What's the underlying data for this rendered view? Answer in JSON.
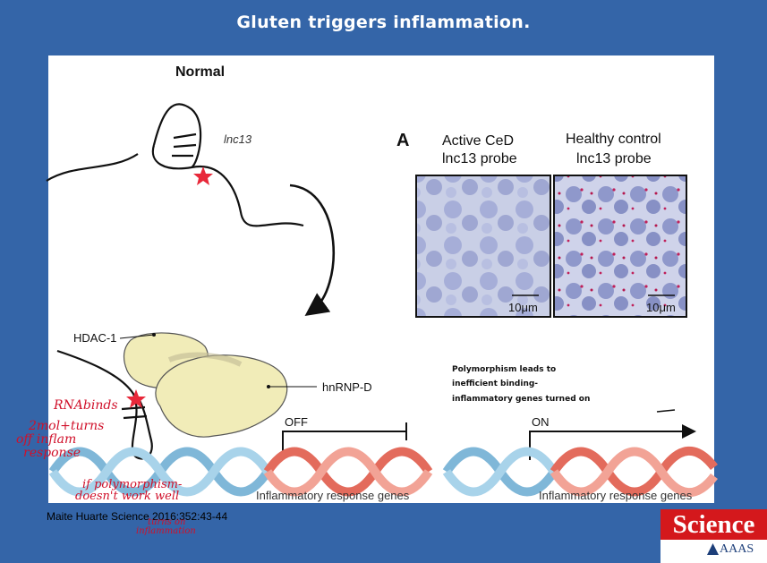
{
  "slide": {
    "title": "Gluten triggers inflammation.",
    "citation": "Maite Huarte Science 2016:352:43-44"
  },
  "logo": {
    "science": "Science",
    "aaas": "AAAS"
  },
  "diagram": {
    "normal_label": "Normal",
    "rna_label": "lnc13",
    "protein_hdac": "HDAC-1",
    "protein_hnrnp": "hnRNP-D",
    "off_label": "OFF",
    "on_label": "ON",
    "genes_label_left": "Inflammatory response genes",
    "genes_label_right": "Inflammatory response genes",
    "note_lines": [
      "Polymorphism  leads to",
      "inefficient binding-",
      "inflammatory genes turned on"
    ]
  },
  "micrograph": {
    "panel_letter": "A",
    "left_title_1": "Active CeD",
    "left_title_2": "lnc13 probe",
    "right_title_1": "Healthy control",
    "right_title_2": "lnc13 probe",
    "scale_left": "10μm",
    "scale_right": "10μm"
  },
  "handwriting": {
    "line1": "RNAbinds",
    "line2": "2mol+turns",
    "line3": "off inflam",
    "line4": "response",
    "line5": "if polymorphism-",
    "line6": "doesn't work well",
    "line7": "turns on",
    "line8": "inflammation"
  },
  "colors": {
    "background": "#3465a8",
    "protein_fill": "#f1ecb8",
    "helix_blue": "#7fb7d8",
    "helix_red": "#e36b5c",
    "star": "#e8283a",
    "handwriting": "#d0102a",
    "science_red": "#d4181c"
  }
}
